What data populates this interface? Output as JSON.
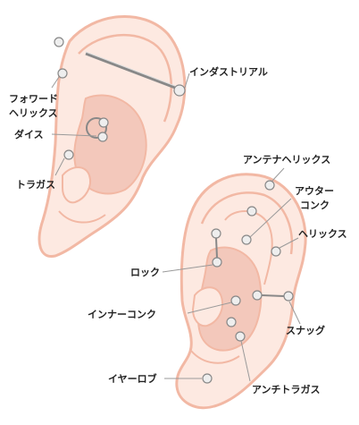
{
  "colors": {
    "skin_fill": "#fde9e1",
    "skin_outline": "#f2b8a4",
    "cavity_fill": "#f3c8bb",
    "leader_line": "#9a9a9a",
    "stud_fill": "#eeeeee",
    "stud_outline": "#888888",
    "label_text": "#222222"
  },
  "left_ear": {
    "industrial": "インダストリアル",
    "forward_helix_line1": "フォワード",
    "forward_helix_line2": "ヘリックス",
    "daith": "ダイス",
    "tragus": "トラガス"
  },
  "right_ear": {
    "antenna_helix": "アンテナヘリックス",
    "outer_conch_line1": "アウター",
    "outer_conch_line2": "コンク",
    "helix": "ヘリックス",
    "rook": "ロック",
    "inner_conch": "インナーコンク",
    "snug": "スナッグ",
    "earlobe": "イヤーロブ",
    "anti_tragus": "アンチトラガス"
  }
}
